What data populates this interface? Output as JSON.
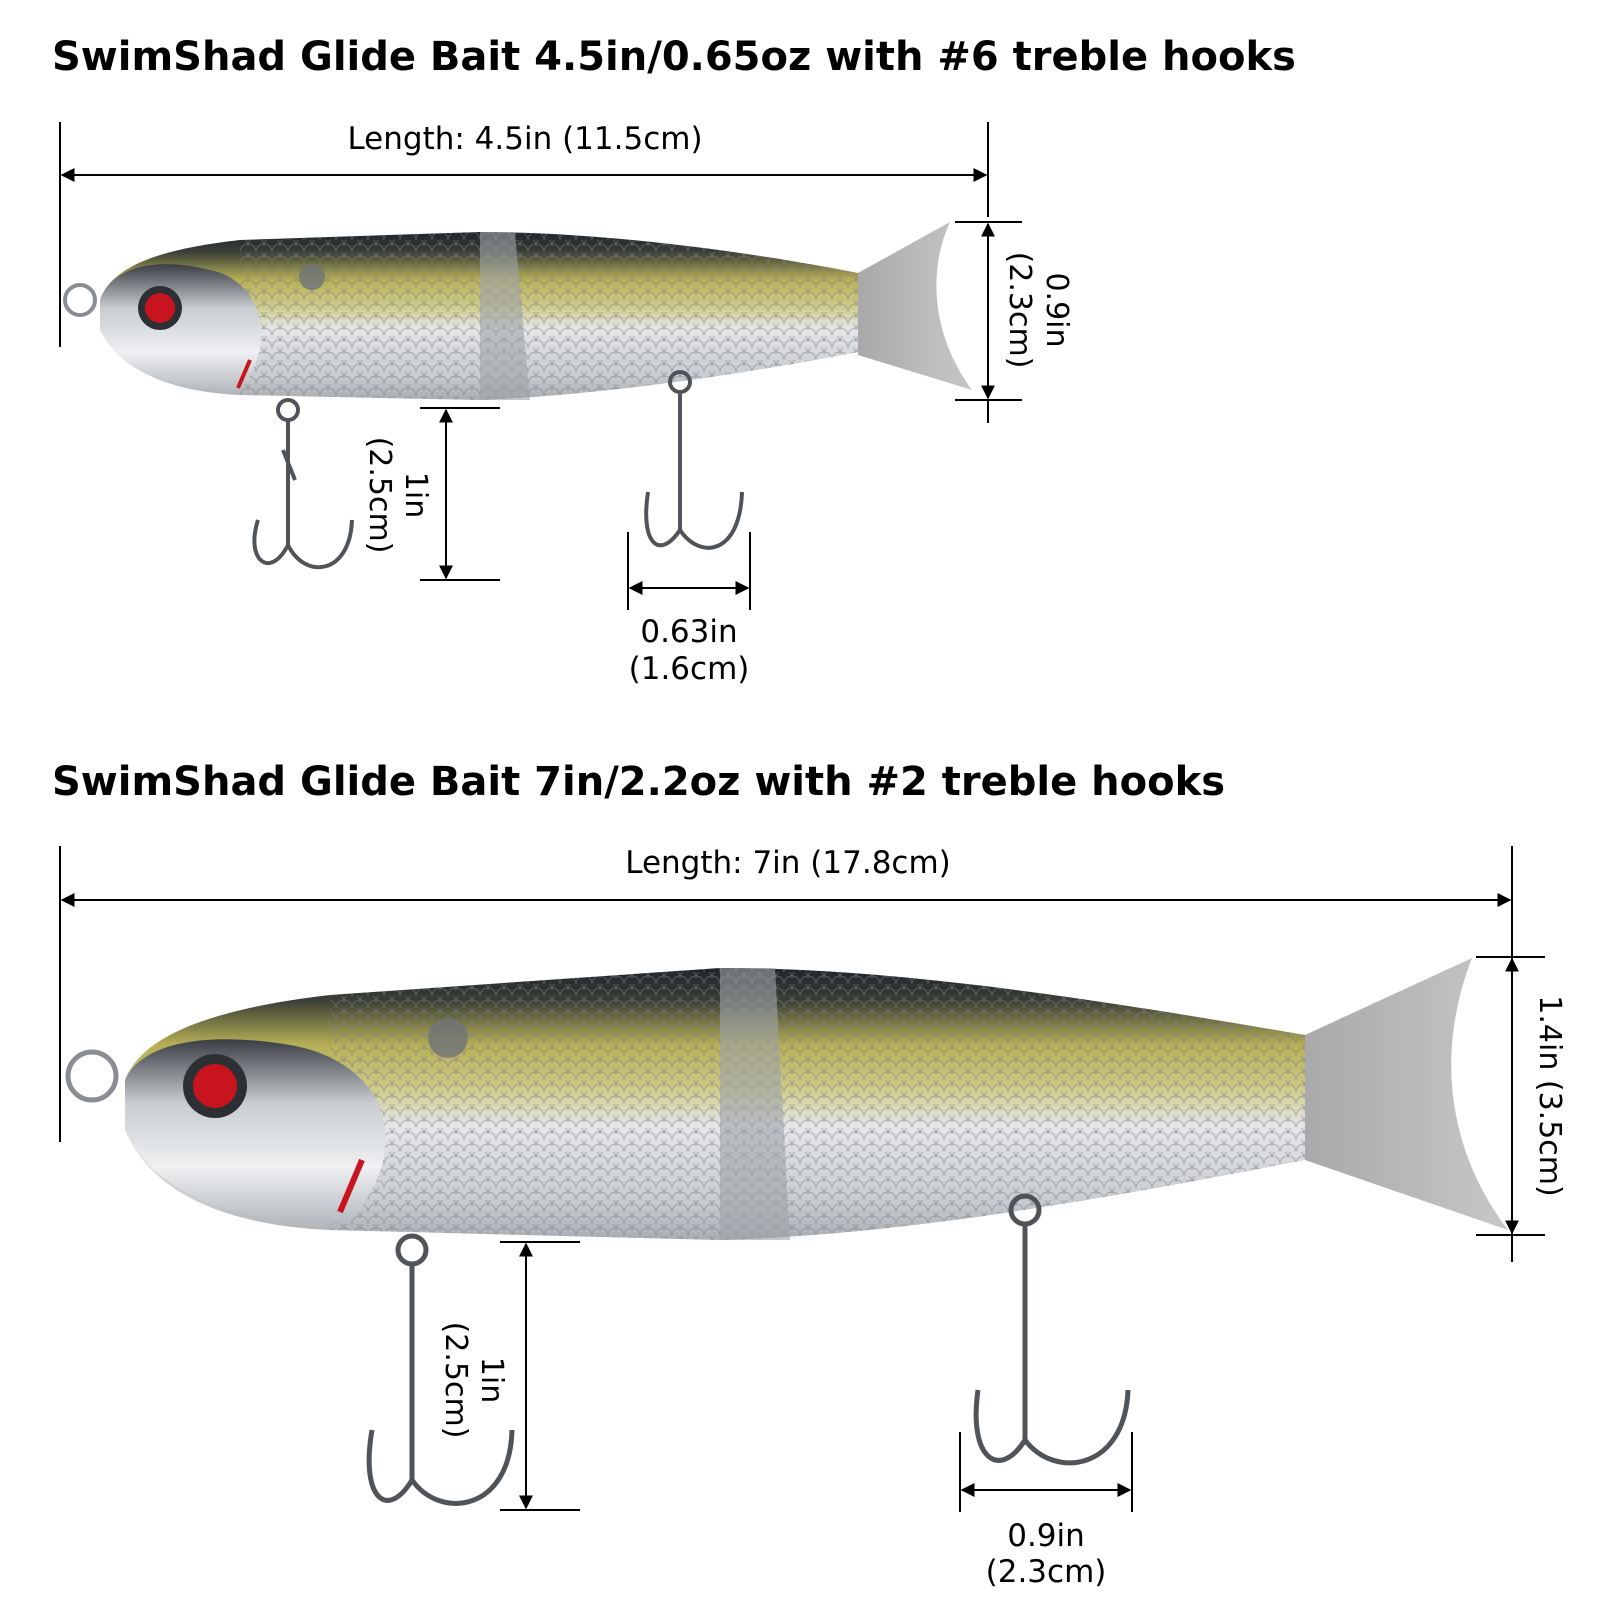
{
  "lure_small": {
    "title": "SwimShad Glide Bait 4.5in/0.65oz with #6 treble hooks",
    "length_label": "Length: 4.5in (11.5cm)",
    "height_in": "0.9in",
    "height_cm": "(2.3cm)",
    "hook_drop_in": "1in",
    "hook_drop_cm": "(2.5cm)",
    "hook_width_in": "0.63in",
    "hook_width_cm": "(1.6cm)"
  },
  "lure_large": {
    "title": "SwimShad Glide Bait 7in/2.2oz with #2 treble hooks",
    "length_label": "Length: 7in (17.8cm)",
    "height_label": "1.4in (3.5cm)",
    "hook_drop_in": "1in",
    "hook_drop_cm": "(2.5cm)",
    "hook_width_in": "0.9in",
    "hook_width_cm": "(2.3cm)"
  },
  "colors": {
    "back": "#2b3038",
    "olive": "#b9b45a",
    "belly": "#dcdfe3",
    "tail": "#b4b4b6",
    "eye": "#c8141e",
    "hook": "#505458"
  }
}
